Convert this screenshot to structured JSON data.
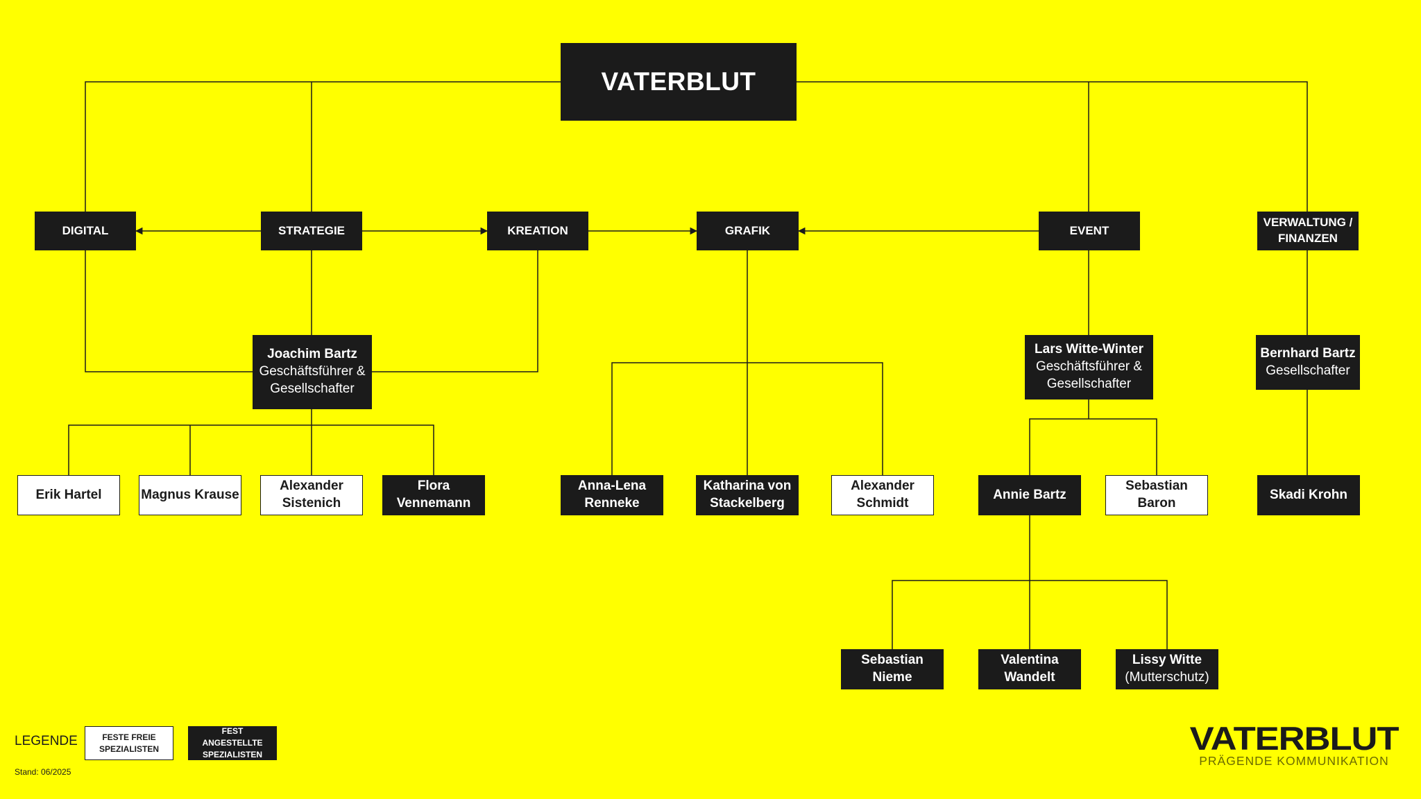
{
  "root": {
    "label": "VATERBLUT"
  },
  "departments": {
    "digital": "DIGITAL",
    "strategie": "STRATEGIE",
    "kreation": "KREATION",
    "grafik": "GRAFIK",
    "event": "EVENT",
    "verwaltung": "VERWALTUNG / FINANZEN"
  },
  "leads": {
    "joachim": {
      "name": "Joachim Bartz",
      "role": "Geschäftsführer & Gesellschafter"
    },
    "lars": {
      "name": "Lars Witte-Winter",
      "role": "Geschäftsführer & Gesellschafter"
    },
    "bernhard": {
      "name": "Bernhard Bartz",
      "role": "Gesellschafter"
    }
  },
  "people": {
    "erik": "Erik Hartel",
    "magnus": "Magnus Krause",
    "alexander_s": "Alexander Sistenich",
    "flora": "Flora Vennemann",
    "annalena": "Anna-Lena Renneke",
    "katharina": "Katharina von Stackelberg",
    "alexander_sch": "Alexander Schmidt",
    "annie": "Annie Bartz",
    "sebastian_b": "Sebastian Baron",
    "skadi": "Skadi Krohn",
    "sebastian_n": "Sebastian Nieme",
    "valentina": "Valentina Wandelt",
    "lissy": {
      "name": "Lissy Witte",
      "note": "(Mutterschutz)"
    }
  },
  "legend": {
    "label": "LEGENDE",
    "freelance": "FESTE FREIE SPEZIALISTEN",
    "employed": "FEST ANGESTELLTE SPEZIALISTEN"
  },
  "stand": "Stand: 06/2025",
  "logo": {
    "name": "VATERBLUT",
    "tagline": "PRÄGENDE KOMMUNIKATION"
  },
  "colors": {
    "background": "#ffff00",
    "dark": "#1b1b1b",
    "light": "#ffffff"
  }
}
